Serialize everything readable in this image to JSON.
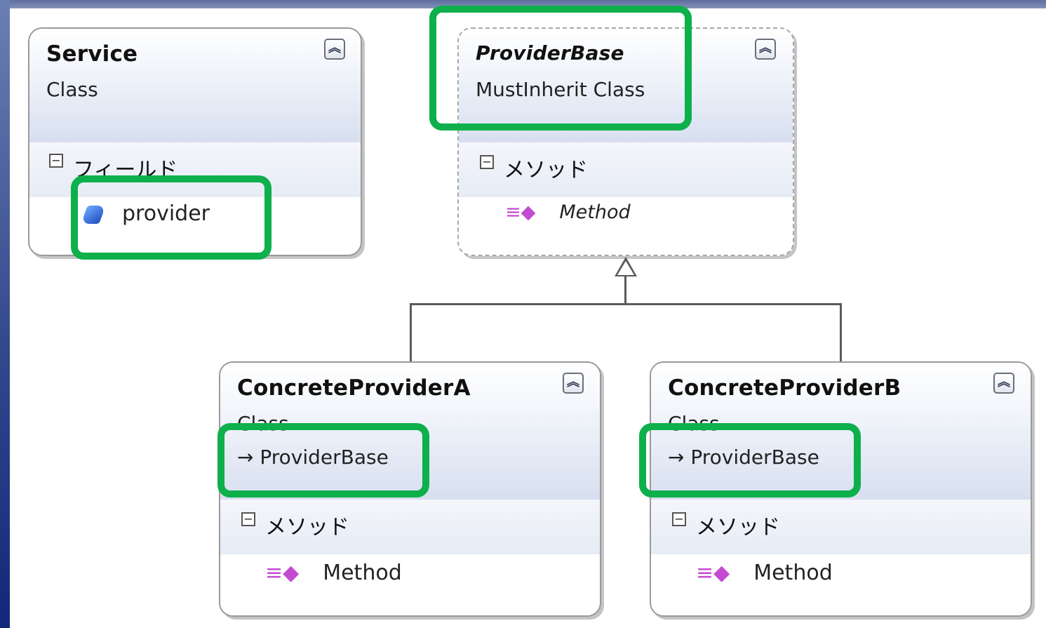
{
  "classes": {
    "service": {
      "name": "Service",
      "kind": "Class",
      "section": "フィールド",
      "member": "provider"
    },
    "provider_base": {
      "name": "ProviderBase",
      "kind": "MustInherit Class",
      "section": "メソッド",
      "member": "Method"
    },
    "concrete_a": {
      "name": "ConcreteProviderA",
      "kind": "Class",
      "inherits": "ProviderBase",
      "section": "メソッド",
      "member": "Method"
    },
    "concrete_b": {
      "name": "ConcreteProviderB",
      "kind": "Class",
      "inherits": "ProviderBase",
      "section": "メソッド",
      "member": "Method"
    }
  },
  "icons": {
    "collapse": "collapse-chevron-up-icon",
    "section_toggle": "minus-box-icon",
    "field": "field-icon",
    "method": "method-icon",
    "inherit_arrow": "inheritance-arrow-icon"
  },
  "colors": {
    "highlight": "#0db04b",
    "header_gradient_end": "#d7dff0",
    "slide_border": "#34488d"
  }
}
